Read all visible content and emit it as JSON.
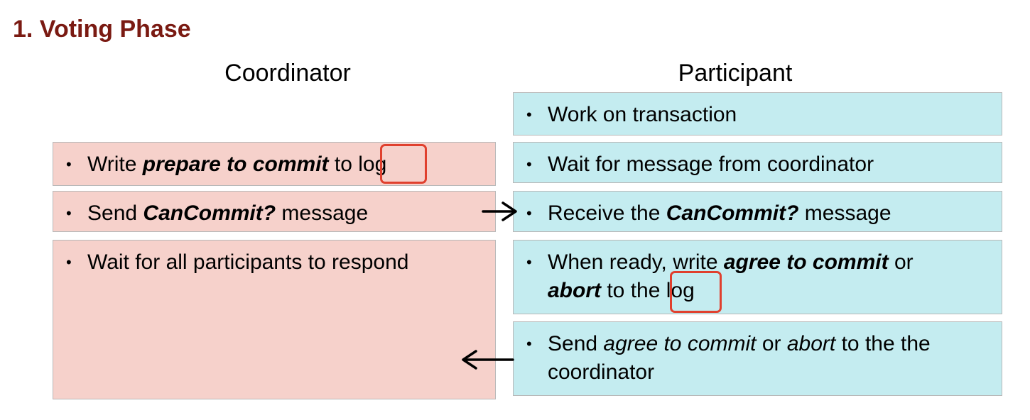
{
  "title": "1. Voting Phase",
  "columns": {
    "coordinator": "Coordinator",
    "participant": "Participant"
  },
  "coordinator": {
    "write_log": {
      "a": "Write ",
      "b": "prepare to commit",
      "c": " to ",
      "d": "log"
    },
    "send_cancommit": {
      "a": "Send ",
      "b": "CanCommit?",
      "c": " message"
    },
    "wait_all": "Wait for all participants to respond"
  },
  "participant": {
    "work": "Work on transaction",
    "wait_msg": "Wait for message from coordinator",
    "receive": {
      "a": "Receive the ",
      "b": "CanCommit?",
      "c": " message"
    },
    "ready": {
      "a": "When ready, write ",
      "b": "agree to commit",
      "c": " or",
      "d": "abort",
      "e": " to the ",
      "f": "log"
    },
    "send_reply": {
      "a": "Send ",
      "b": "agree to commit",
      "c": " or ",
      "d": "abort",
      "e": " to the the",
      "f": "coordinator"
    }
  },
  "bullet": "•",
  "colors": {
    "title": "#7a1a12",
    "coordinator_box": "#f6d1cb",
    "participant_box": "#c4ecf0",
    "highlight": "#e0402e"
  }
}
